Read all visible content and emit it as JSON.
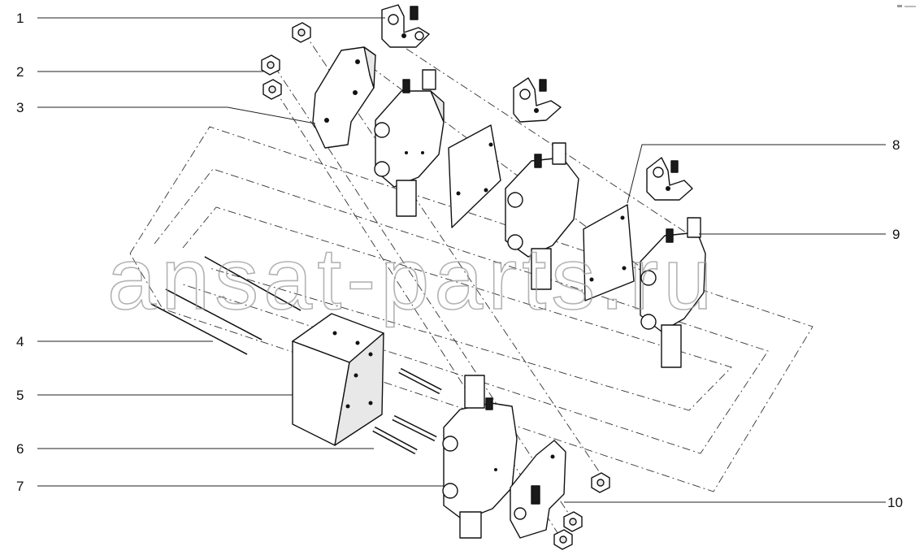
{
  "diagram": {
    "callouts": [
      {
        "id": "1",
        "label": "1"
      },
      {
        "id": "2",
        "label": "2"
      },
      {
        "id": "3",
        "label": "3"
      },
      {
        "id": "4",
        "label": "4"
      },
      {
        "id": "5",
        "label": "5"
      },
      {
        "id": "6",
        "label": "6"
      },
      {
        "id": "7",
        "label": "7"
      },
      {
        "id": "8",
        "label": "8"
      },
      {
        "id": "9",
        "label": "9"
      },
      {
        "id": "10",
        "label": "10"
      }
    ],
    "watermark": "ansat-parts.ru"
  },
  "colors": {
    "line": "#111111",
    "watermark": "#9a9a9a",
    "background": "#ffffff"
  }
}
